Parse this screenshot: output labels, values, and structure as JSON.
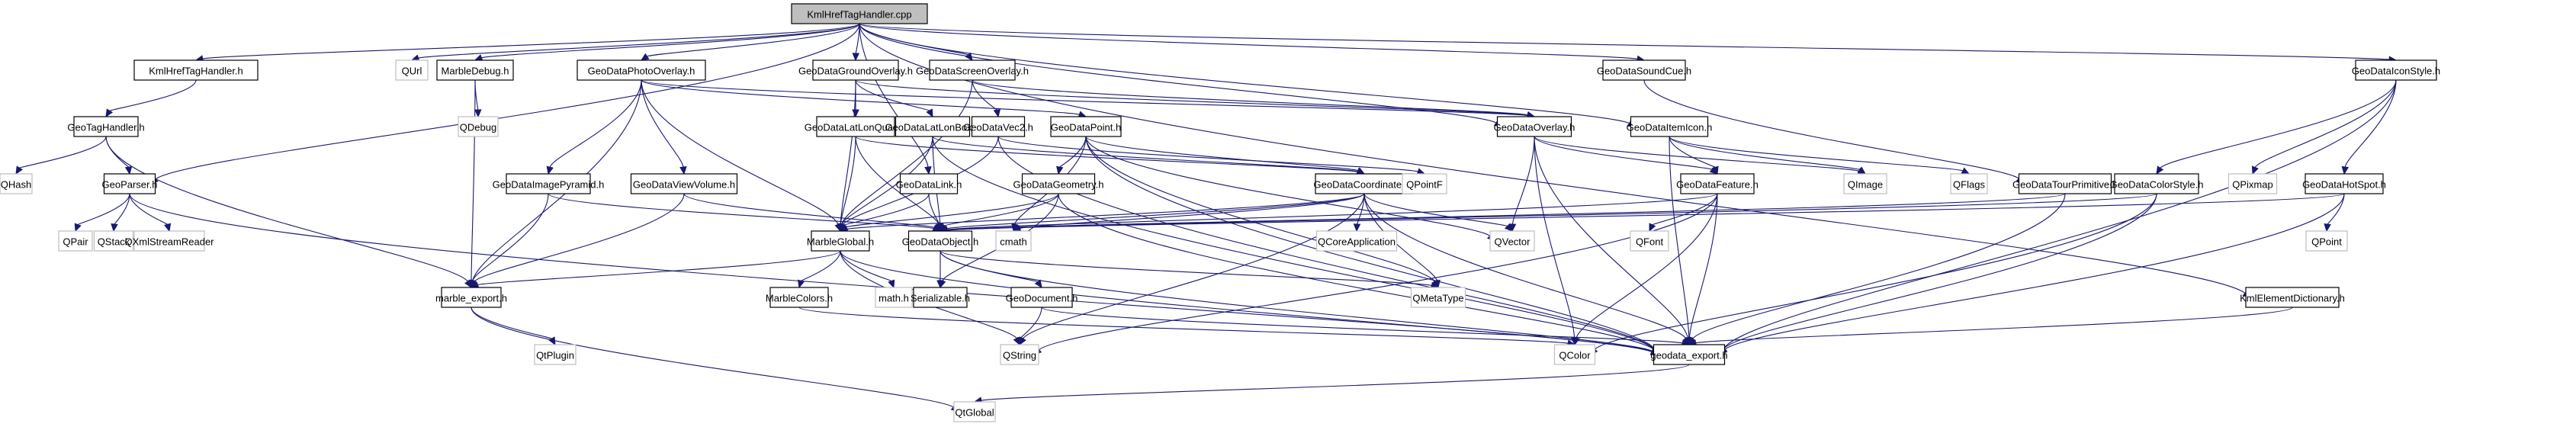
{
  "title": "KmlHrefTagHandler.cpp include dependency graph",
  "colors": {
    "edge": "#191970",
    "node_border": "#000000",
    "external_node_border": "#bfbfbf",
    "root_fill": "#bfbfbf",
    "background": "#ffffff"
  },
  "nodes": [
    {
      "id": "root",
      "label": "KmlHrefTagHandler.cpp",
      "kind": "root"
    },
    {
      "id": "KmlHrefTagHandler_h",
      "label": "KmlHrefTagHandler.h",
      "kind": "project"
    },
    {
      "id": "QUrl",
      "label": "QUrl",
      "kind": "external"
    },
    {
      "id": "MarbleDebug_h",
      "label": "MarbleDebug.h",
      "kind": "project"
    },
    {
      "id": "GeoDataPhotoOverlay_h",
      "label": "GeoDataPhotoOverlay.h",
      "kind": "project"
    },
    {
      "id": "GeoDataGroundOverlay_h",
      "label": "GeoDataGroundOverlay.h",
      "kind": "project"
    },
    {
      "id": "GeoDataScreenOverlay_h",
      "label": "GeoDataScreenOverlay.h",
      "kind": "project"
    },
    {
      "id": "GeoDataSoundCue_h",
      "label": "GeoDataSoundCue.h",
      "kind": "project"
    },
    {
      "id": "GeoDataIconStyle_h",
      "label": "GeoDataIconStyle.h",
      "kind": "project"
    },
    {
      "id": "GeoTagHandler_h",
      "label": "GeoTagHandler.h",
      "kind": "project"
    },
    {
      "id": "QDebug",
      "label": "QDebug",
      "kind": "external"
    },
    {
      "id": "GeoDataLatLonQuad_h",
      "label": "GeoDataLatLonQuad.h",
      "kind": "project"
    },
    {
      "id": "GeoDataLatLonBox_h",
      "label": "GeoDataLatLonBox.h",
      "kind": "project"
    },
    {
      "id": "GeoDataVec2_h",
      "label": "GeoDataVec2.h",
      "kind": "project"
    },
    {
      "id": "GeoDataPoint_h",
      "label": "GeoDataPoint.h",
      "kind": "project"
    },
    {
      "id": "GeoDataOverlay_h",
      "label": "GeoDataOverlay.h",
      "kind": "project"
    },
    {
      "id": "GeoDataItemIcon_h",
      "label": "GeoDataItemIcon.h",
      "kind": "project"
    },
    {
      "id": "QHash",
      "label": "QHash",
      "kind": "external"
    },
    {
      "id": "GeoParser_h",
      "label": "GeoParser.h",
      "kind": "project"
    },
    {
      "id": "GeoDataImagePyramid_h",
      "label": "GeoDataImagePyramid.h",
      "kind": "project"
    },
    {
      "id": "GeoDataViewVolume_h",
      "label": "GeoDataViewVolume.h",
      "kind": "project"
    },
    {
      "id": "GeoDataLink_h",
      "label": "GeoDataLink.h",
      "kind": "project"
    },
    {
      "id": "GeoDataGeometry_h",
      "label": "GeoDataGeometry.h",
      "kind": "project"
    },
    {
      "id": "GeoDataCoordinates_h",
      "label": "GeoDataCoordinates.h",
      "kind": "project"
    },
    {
      "id": "QPointF",
      "label": "QPointF",
      "kind": "external"
    },
    {
      "id": "GeoDataFeature_h",
      "label": "GeoDataFeature.h",
      "kind": "project"
    },
    {
      "id": "QImage",
      "label": "QImage",
      "kind": "external"
    },
    {
      "id": "QFlags",
      "label": "QFlags",
      "kind": "external"
    },
    {
      "id": "GeoDataTourPrimitive_h",
      "label": "GeoDataTourPrimitive.h",
      "kind": "project"
    },
    {
      "id": "GeoDataColorStyle_h",
      "label": "GeoDataColorStyle.h",
      "kind": "project"
    },
    {
      "id": "QPixmap",
      "label": "QPixmap",
      "kind": "external"
    },
    {
      "id": "GeoDataHotSpot_h",
      "label": "GeoDataHotSpot.h",
      "kind": "project"
    },
    {
      "id": "QPair",
      "label": "QPair",
      "kind": "external"
    },
    {
      "id": "QStack",
      "label": "QStack",
      "kind": "external"
    },
    {
      "id": "QXmlStreamReader",
      "label": "QXmlStreamReader",
      "kind": "external"
    },
    {
      "id": "MarbleGlobal_h",
      "label": "MarbleGlobal.h",
      "kind": "project"
    },
    {
      "id": "GeoDataObject_h",
      "label": "GeoDataObject.h",
      "kind": "project"
    },
    {
      "id": "cmath",
      "label": "cmath",
      "kind": "external"
    },
    {
      "id": "QCoreApplication",
      "label": "QCoreApplication",
      "kind": "external"
    },
    {
      "id": "QVector",
      "label": "QVector",
      "kind": "external"
    },
    {
      "id": "QFont",
      "label": "QFont",
      "kind": "external"
    },
    {
      "id": "QPoint",
      "label": "QPoint",
      "kind": "external"
    },
    {
      "id": "marble_export_h",
      "label": "marble_export.h",
      "kind": "project"
    },
    {
      "id": "MarbleColors_h",
      "label": "MarbleColors.h",
      "kind": "project"
    },
    {
      "id": "math_h",
      "label": "math.h",
      "kind": "external"
    },
    {
      "id": "Serializable_h",
      "label": "Serializable.h",
      "kind": "project"
    },
    {
      "id": "GeoDocument_h",
      "label": "GeoDocument.h",
      "kind": "project"
    },
    {
      "id": "QMetaType",
      "label": "QMetaType",
      "kind": "external"
    },
    {
      "id": "KmlElementDictionary_h",
      "label": "KmlElementDictionary.h",
      "kind": "project"
    },
    {
      "id": "QtPlugin",
      "label": "QtPlugin",
      "kind": "external"
    },
    {
      "id": "QString",
      "label": "QString",
      "kind": "external"
    },
    {
      "id": "QColor",
      "label": "QColor",
      "kind": "external"
    },
    {
      "id": "geodata_export_h",
      "label": "geodata_export.h",
      "kind": "project"
    },
    {
      "id": "QtGlobal",
      "label": "QtGlobal",
      "kind": "external"
    }
  ],
  "edges": [
    [
      "root",
      "KmlHrefTagHandler_h"
    ],
    [
      "root",
      "QUrl"
    ],
    [
      "root",
      "MarbleDebug_h"
    ],
    [
      "root",
      "GeoParser_h"
    ],
    [
      "root",
      "GeoDataPhotoOverlay_h"
    ],
    [
      "root",
      "GeoDataGroundOverlay_h"
    ],
    [
      "root",
      "GeoDataScreenOverlay_h"
    ],
    [
      "root",
      "GeoDataLink_h"
    ],
    [
      "root",
      "GeoDataSoundCue_h"
    ],
    [
      "root",
      "GeoDataIconStyle_h"
    ],
    [
      "root",
      "KmlElementDictionary_h"
    ],
    [
      "root",
      "GeoDataItemIcon_h"
    ],
    [
      "root",
      "GeoDataOverlay_h"
    ],
    [
      "KmlHrefTagHandler_h",
      "GeoTagHandler_h"
    ],
    [
      "GeoTagHandler_h",
      "QHash"
    ],
    [
      "GeoTagHandler_h",
      "GeoParser_h"
    ],
    [
      "GeoTagHandler_h",
      "marble_export_h"
    ],
    [
      "GeoParser_h",
      "QPair"
    ],
    [
      "GeoParser_h",
      "QStack"
    ],
    [
      "GeoParser_h",
      "QXmlStreamReader"
    ],
    [
      "GeoParser_h",
      "geodata_export_h"
    ],
    [
      "MarbleDebug_h",
      "QDebug"
    ],
    [
      "MarbleDebug_h",
      "marble_export_h"
    ],
    [
      "GeoDataPhotoOverlay_h",
      "GeoDataImagePyramid_h"
    ],
    [
      "GeoDataPhotoOverlay_h",
      "GeoDataViewVolume_h"
    ],
    [
      "GeoDataPhotoOverlay_h",
      "GeoDataPoint_h"
    ],
    [
      "GeoDataPhotoOverlay_h",
      "GeoDataOverlay_h"
    ],
    [
      "GeoDataPhotoOverlay_h",
      "MarbleGlobal_h"
    ],
    [
      "GeoDataPhotoOverlay_h",
      "marble_export_h"
    ],
    [
      "GeoDataGroundOverlay_h",
      "GeoDataLatLonQuad_h"
    ],
    [
      "GeoDataGroundOverlay_h",
      "GeoDataLatLonBox_h"
    ],
    [
      "GeoDataGroundOverlay_h",
      "GeoDataOverlay_h"
    ],
    [
      "GeoDataGroundOverlay_h",
      "MarbleGlobal_h"
    ],
    [
      "GeoDataScreenOverlay_h",
      "GeoDataVec2_h"
    ],
    [
      "GeoDataScreenOverlay_h",
      "GeoDataOverlay_h"
    ],
    [
      "GeoDataScreenOverlay_h",
      "MarbleGlobal_h"
    ],
    [
      "GeoDataSoundCue_h",
      "GeoDataTourPrimitive_h"
    ],
    [
      "GeoDataIconStyle_h",
      "GeoDataColorStyle_h"
    ],
    [
      "GeoDataIconStyle_h",
      "QPixmap"
    ],
    [
      "GeoDataIconStyle_h",
      "GeoDataHotSpot_h"
    ],
    [
      "GeoDataIconStyle_h",
      "geodata_export_h"
    ],
    [
      "GeoDataLatLonQuad_h",
      "GeoDataCoordinates_h"
    ],
    [
      "GeoDataLatLonQuad_h",
      "GeoDataObject_h"
    ],
    [
      "GeoDataLatLonQuad_h",
      "MarbleGlobal_h"
    ],
    [
      "GeoDataLatLonBox_h",
      "GeoDataCoordinates_h"
    ],
    [
      "GeoDataLatLonBox_h",
      "GeoDataObject_h"
    ],
    [
      "GeoDataLatLonBox_h",
      "MarbleGlobal_h"
    ],
    [
      "GeoDataLatLonBox_h",
      "geodata_export_h"
    ],
    [
      "GeoDataVec2_h",
      "QPointF"
    ],
    [
      "GeoDataVec2_h",
      "MarbleGlobal_h"
    ],
    [
      "GeoDataVec2_h",
      "geodata_export_h"
    ],
    [
      "GeoDataPoint_h",
      "GeoDataGeometry_h"
    ],
    [
      "GeoDataPoint_h",
      "GeoDataCoordinates_h"
    ],
    [
      "GeoDataPoint_h",
      "cmath"
    ],
    [
      "GeoDataPoint_h",
      "QVector"
    ],
    [
      "GeoDataPoint_h",
      "QMetaType"
    ],
    [
      "GeoDataPoint_h",
      "geodata_export_h"
    ],
    [
      "GeoDataOverlay_h",
      "GeoDataFeature_h"
    ],
    [
      "GeoDataOverlay_h",
      "QVector"
    ],
    [
      "GeoDataOverlay_h",
      "QColor"
    ],
    [
      "GeoDataOverlay_h",
      "QImage"
    ],
    [
      "GeoDataOverlay_h",
      "geodata_export_h"
    ],
    [
      "GeoDataItemIcon_h",
      "GeoDataFeature_h"
    ],
    [
      "GeoDataItemIcon_h",
      "QImage"
    ],
    [
      "GeoDataItemIcon_h",
      "QFlags"
    ],
    [
      "GeoDataItemIcon_h",
      "geodata_export_h"
    ],
    [
      "GeoDataImagePyramid_h",
      "GeoDataObject_h"
    ],
    [
      "GeoDataImagePyramid_h",
      "marble_export_h"
    ],
    [
      "GeoDataViewVolume_h",
      "GeoDataObject_h"
    ],
    [
      "GeoDataViewVolume_h",
      "marble_export_h"
    ],
    [
      "GeoDataLink_h",
      "MarbleGlobal_h"
    ],
    [
      "GeoDataLink_h",
      "GeoDataObject_h"
    ],
    [
      "GeoDataGeometry_h",
      "MarbleGlobal_h"
    ],
    [
      "GeoDataGeometry_h",
      "GeoDataObject_h"
    ],
    [
      "GeoDataGeometry_h",
      "Serializable_h"
    ],
    [
      "GeoDataGeometry_h",
      "geodata_export_h"
    ],
    [
      "GeoDataCoordinates_h",
      "GeoDataObject_h"
    ],
    [
      "GeoDataCoordinates_h",
      "cmath"
    ],
    [
      "GeoDataCoordinates_h",
      "QCoreApplication"
    ],
    [
      "GeoDataCoordinates_h",
      "QVector"
    ],
    [
      "GeoDataCoordinates_h",
      "QMetaType"
    ],
    [
      "GeoDataCoordinates_h",
      "QString"
    ],
    [
      "GeoDataCoordinates_h",
      "MarbleGlobal_h"
    ],
    [
      "GeoDataCoordinates_h",
      "geodata_export_h"
    ],
    [
      "GeoDataFeature_h",
      "GeoDataObject_h"
    ],
    [
      "GeoDataFeature_h",
      "QFont"
    ],
    [
      "GeoDataFeature_h",
      "QColor"
    ],
    [
      "GeoDataFeature_h",
      "QString"
    ],
    [
      "GeoDataFeature_h",
      "geodata_export_h"
    ],
    [
      "GeoDataTourPrimitive_h",
      "GeoDataObject_h"
    ],
    [
      "GeoDataTourPrimitive_h",
      "geodata_export_h"
    ],
    [
      "GeoDataColorStyle_h",
      "GeoDataObject_h"
    ],
    [
      "GeoDataColorStyle_h",
      "QColor"
    ],
    [
      "GeoDataColorStyle_h",
      "geodata_export_h"
    ],
    [
      "GeoDataHotSpot_h",
      "GeoDataObject_h"
    ],
    [
      "GeoDataHotSpot_h",
      "QPoint"
    ],
    [
      "GeoDataHotSpot_h",
      "geodata_export_h"
    ],
    [
      "MarbleGlobal_h",
      "marble_export_h"
    ],
    [
      "MarbleGlobal_h",
      "MarbleColors_h"
    ],
    [
      "MarbleGlobal_h",
      "math_h"
    ],
    [
      "MarbleGlobal_h",
      "QString"
    ],
    [
      "MarbleGlobal_h",
      "geodata_export_h"
    ],
    [
      "GeoDataObject_h",
      "Serializable_h"
    ],
    [
      "GeoDataObject_h",
      "GeoDocument_h"
    ],
    [
      "GeoDataObject_h",
      "QMetaType"
    ],
    [
      "GeoDataObject_h",
      "geodata_export_h"
    ],
    [
      "MarbleColors_h",
      "QColor"
    ],
    [
      "GeoDocument_h",
      "QString"
    ],
    [
      "GeoDocument_h",
      "geodata_export_h"
    ],
    [
      "KmlElementDictionary_h",
      "geodata_export_h"
    ],
    [
      "marble_export_h",
      "QtPlugin"
    ],
    [
      "marble_export_h",
      "QtGlobal"
    ],
    [
      "geodata_export_h",
      "QtGlobal"
    ]
  ]
}
